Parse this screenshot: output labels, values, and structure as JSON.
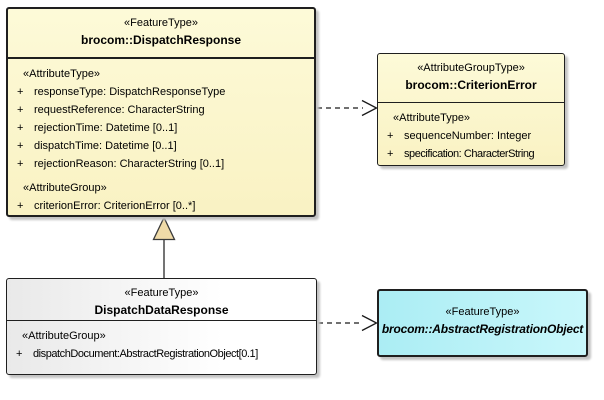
{
  "classes": {
    "dispatch_response": {
      "stereotype": "«FeatureType»",
      "name": "brocom::DispatchResponse",
      "attr_type_label": "«AttributeType»",
      "attributes": [
        {
          "visibility": "+",
          "text": "responseType: DispatchResponseType"
        },
        {
          "visibility": "+",
          "text": "requestReference: CharacterString"
        },
        {
          "visibility": "+",
          "text": "rejectionTime: Datetime [0..1]"
        },
        {
          "visibility": "+",
          "text": "dispatchTime: Datetime [0..1]"
        },
        {
          "visibility": "+",
          "text": "rejectionReason: CharacterString [0..1]"
        }
      ],
      "attr_group_label": "«AttributeGroup»",
      "group_attributes": [
        {
          "visibility": "+",
          "text": "criterionError: CriterionError [0..*]"
        }
      ]
    },
    "criterion_error": {
      "stereotype": "«AttributeGroupType»",
      "name": "brocom::CriterionError",
      "attr_type_label": "«AttributeType»",
      "attributes": [
        {
          "visibility": "+",
          "text": "sequenceNumber: Integer"
        },
        {
          "visibility": "+",
          "text": "specification: CharacterString"
        }
      ]
    },
    "dispatch_data_response": {
      "stereotype": "«FeatureType»",
      "name": "DispatchDataResponse",
      "attr_group_label": "«AttributeGroup»",
      "attributes": [
        {
          "visibility": "+",
          "text": "dispatchDocument:AbstractRegistrationObject[0.1]"
        }
      ]
    },
    "abstract_registration_object": {
      "stereotype": "«FeatureType»",
      "name": "brocom::AbstractRegistrationObject"
    }
  },
  "relationships": [
    {
      "type": "generalization",
      "from": "DispatchDataResponse",
      "to": "brocom::DispatchResponse"
    },
    {
      "type": "dependency",
      "from": "brocom::DispatchResponse",
      "to": "brocom::CriterionError"
    },
    {
      "type": "dependency",
      "from": "DispatchDataResponse",
      "to": "brocom::AbstractRegistrationObject"
    }
  ],
  "colors": {
    "class_fill_yellow": "#FBF6CA",
    "class_fill_gray": "#F0F0F0",
    "class_fill_cyan": "#B8F2F8",
    "border": "#1F1F1F",
    "generalization_triangle_fill": "#F0DBA8",
    "shadow": "#C3C3C3",
    "background": "#FFFFFF"
  }
}
